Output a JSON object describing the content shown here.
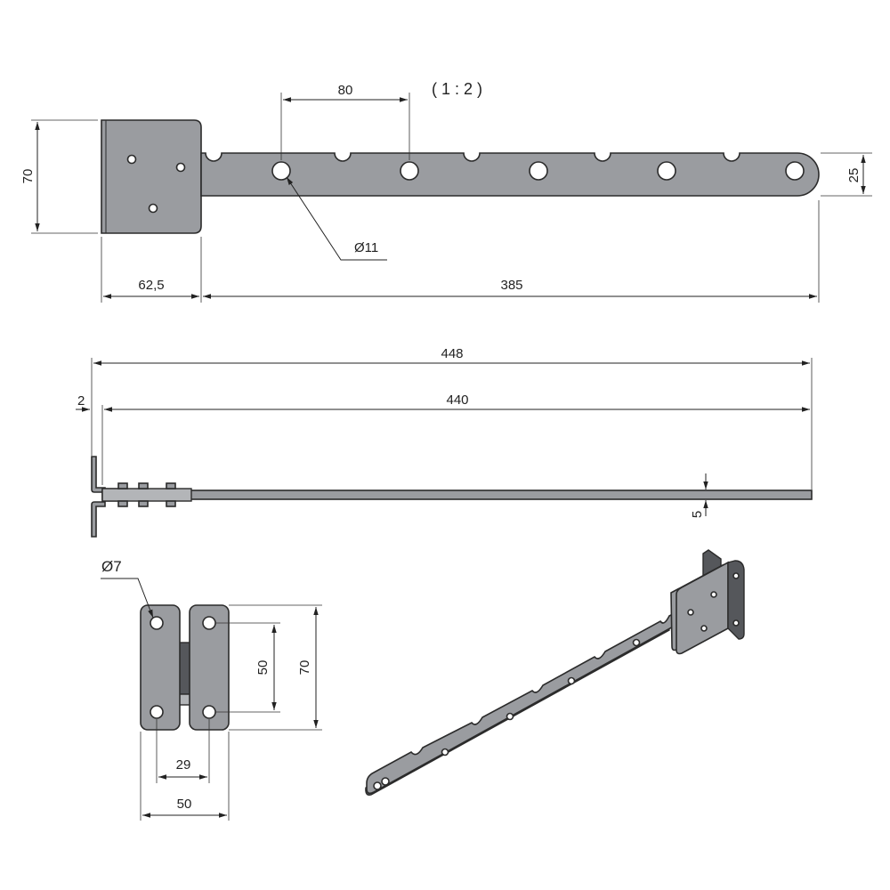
{
  "drawing": {
    "scale_label": "( 1 : 2 )",
    "top_view": {
      "plate_height": "70",
      "hole_pitch": "80",
      "hole_diameter": "Ø11",
      "arm_width": "25",
      "plate_width": "62,5",
      "arm_length": "385"
    },
    "side_view": {
      "overall_length": "448",
      "arm_length": "440",
      "offset": "2",
      "thickness": "5"
    },
    "front_view": {
      "bolt_hole_diameter": "Ø7",
      "hole_spacing_vertical": "50",
      "plate_height": "70",
      "hole_spacing_horizontal": "29",
      "plate_width": "50"
    }
  },
  "colors": {
    "part_fill": "#9a9ca0",
    "outline": "#2b2b2b"
  }
}
